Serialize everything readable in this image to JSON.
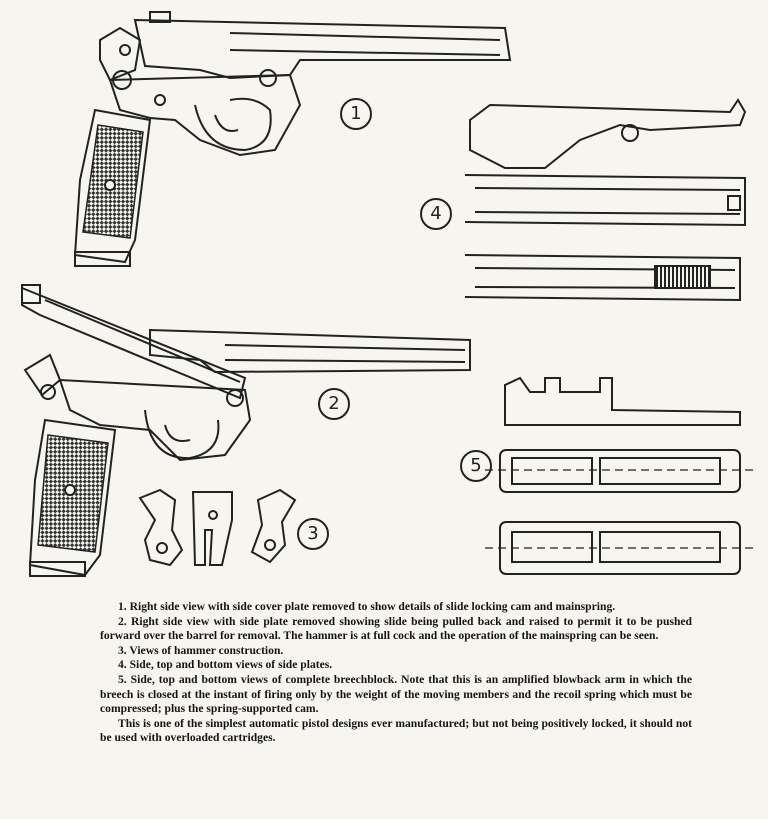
{
  "figure_numbers": {
    "f1": "1",
    "f2": "2",
    "f3": "3",
    "f4": "4",
    "f5": "5"
  },
  "caption": {
    "p1": "1. Right side view with side cover plate removed to show details of slide locking cam and mainspring.",
    "p2": "2. Right side view with side plate removed showing slide being pulled back and raised to permit it to be pushed forward over the barrel for removal. The hammer is at full cock and the operation of the mainspring can be seen.",
    "p3": "3. Views of hammer construction.",
    "p4": "4. Side, top and bottom views of side plates.",
    "p5": "5. Side, top and bottom views of complete breechblock. Note that this is an amplified blowback arm in which the breech is closed at the instant of firing only by the weight of the moving members and the recoil spring which must be compressed; plus the spring-supported cam.",
    "p6": "This is one of the simplest automatic pistol designs ever manufactured; but not being positively locked, it should not be used with overloaded cartridges."
  }
}
